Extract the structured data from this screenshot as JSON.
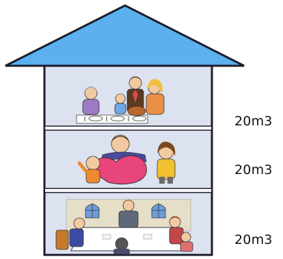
{
  "floors": [
    {
      "volume": "20m3",
      "scene": "family-dinner"
    },
    {
      "volume": "20m3",
      "scene": "family-heart"
    },
    {
      "volume": "20m3",
      "scene": "business-meeting"
    }
  ],
  "colors": {
    "roof": "#5BB0EE",
    "wall": "#DCE2F0",
    "outline": "#1C1C2C",
    "divider": "#FFFFFF"
  }
}
